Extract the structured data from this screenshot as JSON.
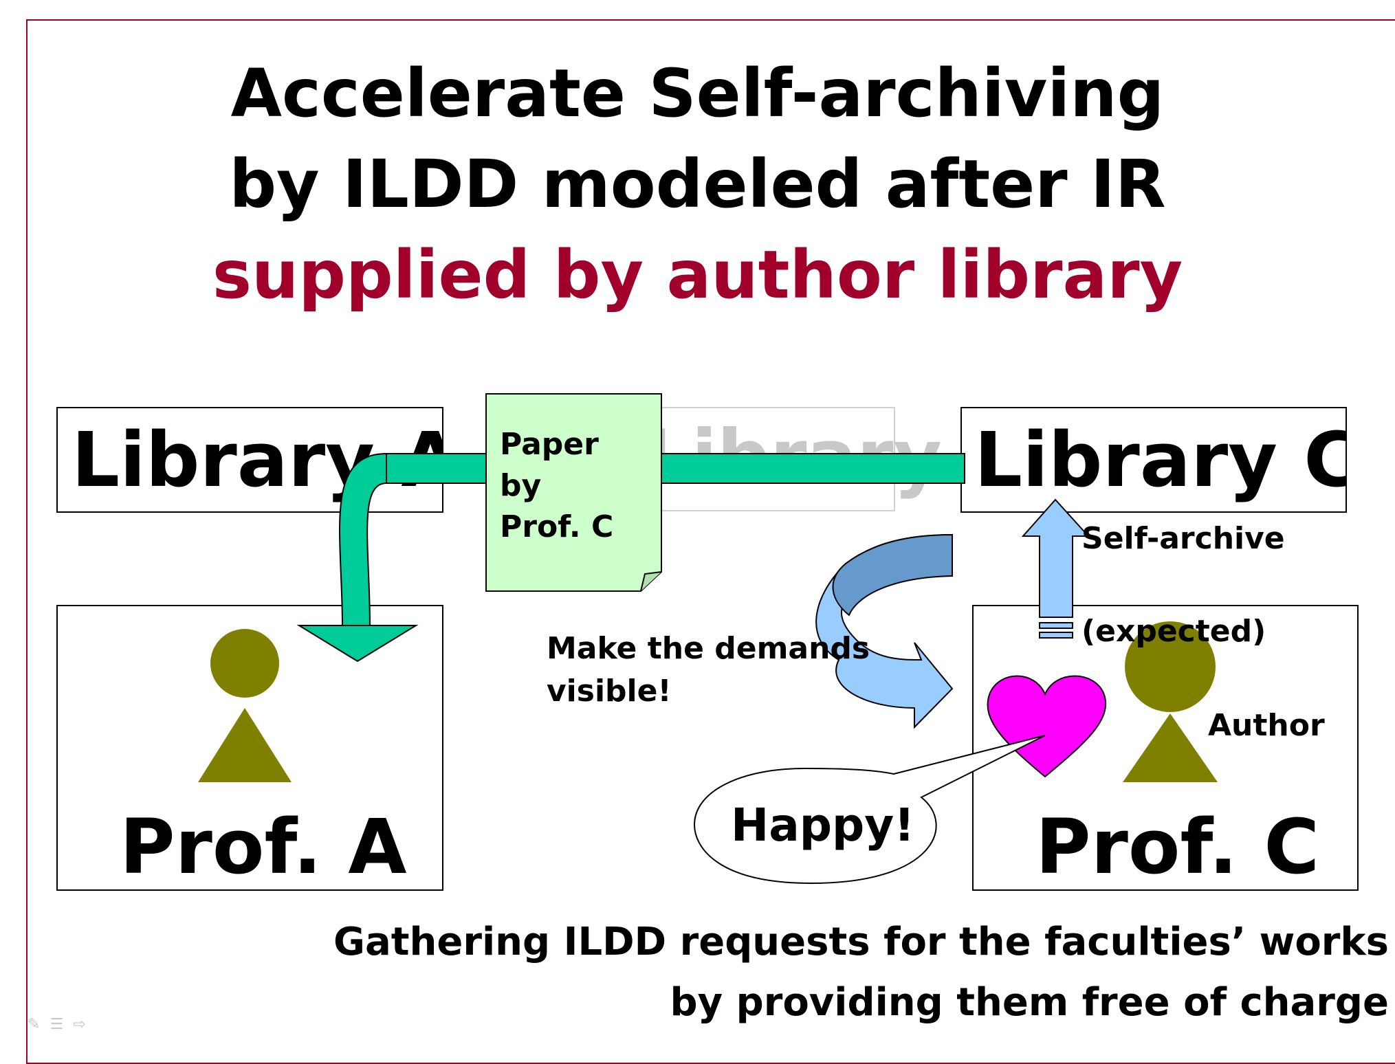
{
  "title": {
    "line1": "Accelerate Self-archiving",
    "line2": "by ILDD modeled after IR",
    "line3": "supplied by author library"
  },
  "libraries": {
    "a": "Library A",
    "b": "Library B",
    "c": "Library C"
  },
  "professors": {
    "a": "Prof. A",
    "c": "Prof. C"
  },
  "paper": {
    "line1": "Paper",
    "line2": "by",
    "line3": "Prof. C"
  },
  "labels": {
    "self_archive": "Self-archive",
    "expected": "(expected)",
    "author": "Author",
    "make_demands_line1": "Make the demands",
    "make_demands_line2": "visible!",
    "happy": "Happy!"
  },
  "footer": {
    "line1": "Gathering ILDD requests for the faculties’ works",
    "line2": "by providing them free of charge"
  },
  "colors": {
    "title_red": "#a0002a",
    "arrow_green": "#00cc99",
    "paper_fill": "#ccffcc",
    "person_olive": "#808000",
    "heart_magenta": "#ff00ff",
    "arrow_blue_light": "#99ccff",
    "arrow_blue_dark": "#6699cc"
  }
}
